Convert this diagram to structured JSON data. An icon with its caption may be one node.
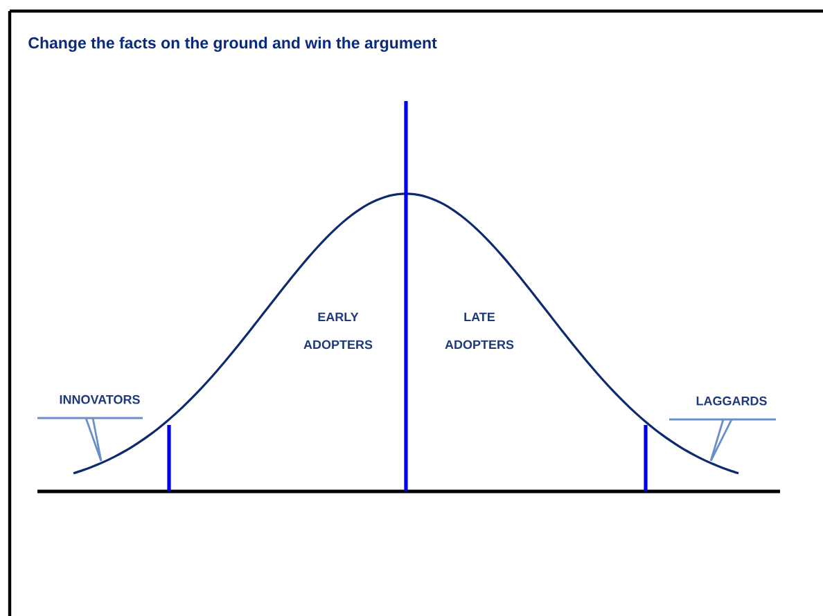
{
  "diagram": {
    "title": "Change the facts on the ground and win the argument",
    "nodes": [
      {
        "text": [
          "INNOVATORS"
        ]
      },
      {
        "text": [
          "LAGGARDS"
        ]
      }
    ],
    "edges": [
      {
        "from": 0,
        "to": null,
        "arrow": "to"
      },
      {
        "from": 1,
        "to": null,
        "arrow": "to"
      }
    ],
    "labels": [
      "EARLY ADOPTERS",
      "LATE ADOPTERS"
    ]
  }
}
